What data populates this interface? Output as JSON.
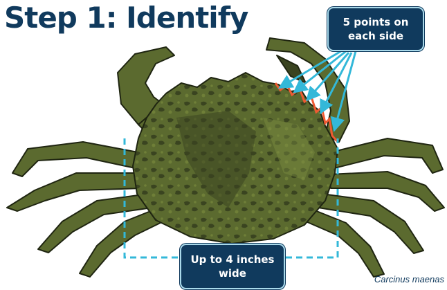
{
  "title": "Step 1: Identify",
  "callouts": {
    "points_line1": "5 points on",
    "points_line2": "each side",
    "width_line1": "Up to 4 inches",
    "width_line2": "wide"
  },
  "species_label": "Carcinus maenas",
  "colors": {
    "title_navy": "#103a5d",
    "callout_fill": "#103a5d",
    "callout_border": "#a9d9ea",
    "arrow_cyan": "#33b8d9",
    "points_outline": "#ef5a32",
    "crab_body": "#5b6a2f",
    "crab_dark": "#3a4420",
    "crab_outline": "#1f2511"
  },
  "icons": [
    "crab-illustration",
    "arrow-icon",
    "dashed-width-bracket"
  ]
}
